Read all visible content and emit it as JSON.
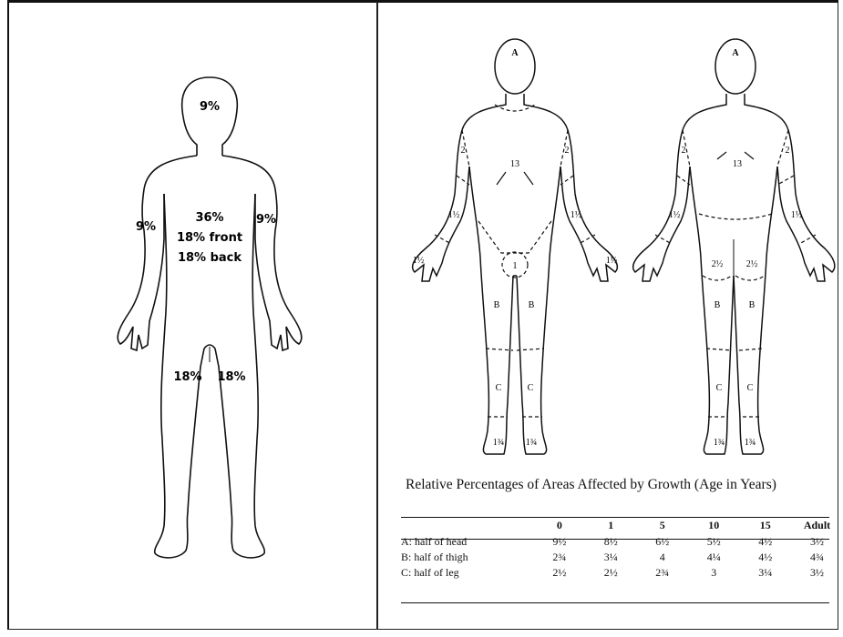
{
  "left_figure": {
    "head": "9%",
    "trunk_total": "36%",
    "trunk_front": "18% front",
    "trunk_back": "18% back",
    "left_arm": "9%",
    "right_arm": "9%",
    "left_leg": "18%",
    "right_leg": "18%"
  },
  "front_figure": {
    "head": "A",
    "chest": "13",
    "upper_arm_l": "2",
    "upper_arm_r": "2",
    "forearm_l": "1½",
    "forearm_r": "1½",
    "hand_l": "1½",
    "hand_r": "1½",
    "genital": "1",
    "thigh_l": "B",
    "thigh_r": "B",
    "leg_l": "C",
    "leg_r": "C",
    "foot_l": "1¾",
    "foot_r": "1¾"
  },
  "back_figure": {
    "head": "A",
    "back": "13",
    "upper_arm_l": "2",
    "upper_arm_r": "2",
    "forearm_l": "1½",
    "forearm_r": "1½",
    "buttock_l": "2½",
    "buttock_r": "2½",
    "thigh_l": "B",
    "thigh_r": "B",
    "leg_l": "C",
    "leg_r": "C",
    "foot_l": "1¾",
    "foot_r": "1¾"
  },
  "caption": "Relative Percentages of Areas Affected by Growth (Age in Years)",
  "table": {
    "headers": [
      "",
      "0",
      "1",
      "5",
      "10",
      "15",
      "Adult"
    ],
    "rows": [
      {
        "label": "A: half of head",
        "values": [
          "9½",
          "8½",
          "6½",
          "5½",
          "4½",
          "3½"
        ]
      },
      {
        "label": "B: half of thigh",
        "values": [
          "2¾",
          "3¼",
          "4",
          "4¼",
          "4½",
          "4¾"
        ]
      },
      {
        "label": "C: half of leg",
        "values": [
          "2½",
          "2½",
          "2¾",
          "3",
          "3¼",
          "3½"
        ]
      }
    ]
  }
}
